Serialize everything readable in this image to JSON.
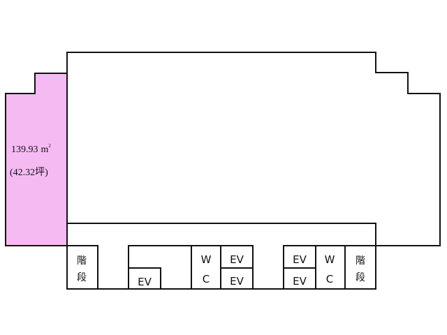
{
  "plan": {
    "colors": {
      "line": "#111111",
      "tenant_fill": "#f6baf3",
      "background": "#ffffff"
    },
    "tenant": {
      "area": "139.93",
      "area_unit": "m",
      "area_unit_sup": "2",
      "tsubo": "(42.32坪)"
    },
    "core": {
      "stairs_left": [
        "階",
        "段"
      ],
      "ev_left": "EV",
      "wc_left": [
        "W",
        "C"
      ],
      "ev_center_top": "EV",
      "ev_center_bottom": "EV",
      "ev_right_top": "EV",
      "ev_right_bottom": "EV",
      "wc_right": [
        "W",
        "C"
      ],
      "stairs_right": [
        "階",
        "段"
      ]
    }
  }
}
